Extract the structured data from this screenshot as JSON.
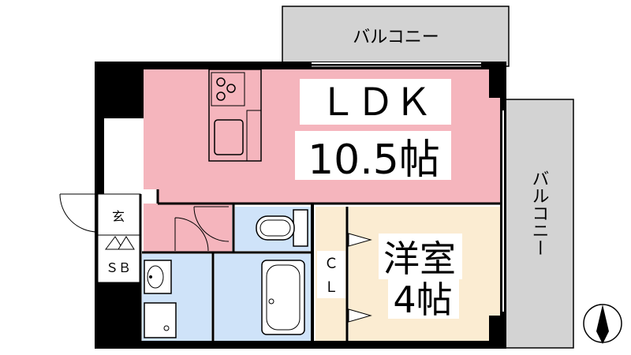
{
  "rooms": {
    "ldk": {
      "name": "ＬＤＫ",
      "size": "10.5帖"
    },
    "western": {
      "name": "洋室",
      "size": "4帖"
    },
    "balcony_top": {
      "name": "バルコニー"
    },
    "balcony_right": {
      "name": "バルコニー"
    },
    "entrance": {
      "name": "玄"
    },
    "shoe_box": {
      "name": "ＳＢ"
    },
    "closet": {
      "name": "Ｃ\nＬ",
      "line1": "Ｃ",
      "line2": "Ｌ"
    }
  },
  "colors": {
    "ldk": "#f5b5bd",
    "western": "#fbecd2",
    "wet_area": "#cfe3f9",
    "balcony": "#d3d3d3",
    "wall": "#000000",
    "hall": "#ffffff"
  },
  "icons": {
    "compass": "north-arrow-icon",
    "stove": "stove-icon",
    "sink": "kitchen-sink-icon",
    "toilet": "toilet-icon",
    "bathtub": "bathtub-icon",
    "washbasin": "washbasin-icon",
    "washer": "washing-machine-pan-icon"
  }
}
